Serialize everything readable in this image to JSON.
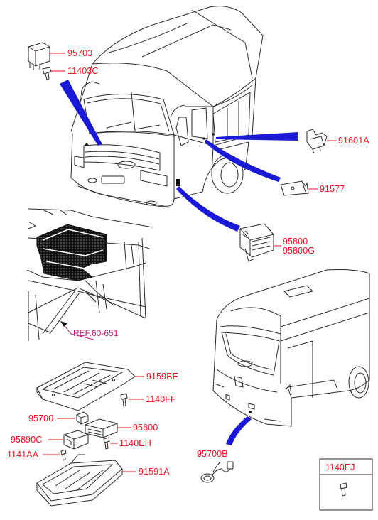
{
  "colors": {
    "part_label": "#e8141e",
    "reference": "#c2187a",
    "leader": "#1a1ad6",
    "line_art": "#2a2a2a"
  },
  "part_numbers": {
    "p95703": "95703",
    "p11403C": "11403C",
    "p91601A": "91601A",
    "p91577": "91577",
    "p95800": "95800",
    "p95800G": "95800G",
    "p9159BE": "9159BE",
    "p1140FF": "1140FF",
    "p95700": "95700",
    "p95600": "95600",
    "p95890C": "95890C",
    "p1140EH": "1140EH",
    "p1141AA": "1141AA",
    "p91591A": "91591A",
    "p95700B": "95700B"
  },
  "reference_label": "REF.60-651",
  "inset_box": {
    "label": "1140EJ",
    "icon": "bolt-icon"
  }
}
